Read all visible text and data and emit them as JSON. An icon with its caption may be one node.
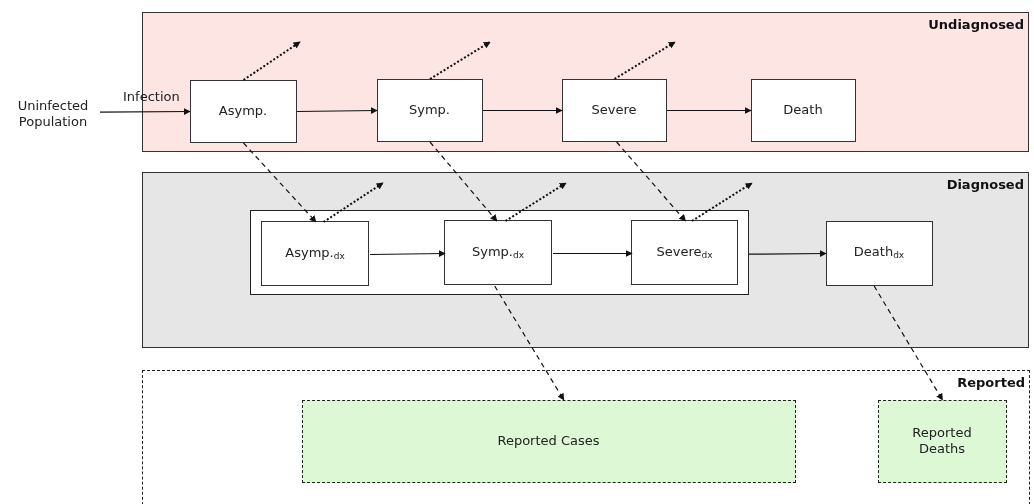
{
  "diagram": {
    "nodes": [
      {
        "text": [
          "Undiagnosed"
        ]
      },
      {
        "text": [
          "Uninfected Population"
        ]
      },
      {
        "text": [
          "Asymp."
        ],
        "in": 0
      },
      {
        "text": [
          "Symp."
        ],
        "in": 0
      },
      {
        "text": [
          "Severe"
        ],
        "in": 0
      },
      {
        "text": [
          "Death"
        ],
        "in": 0
      },
      {
        "text": [
          "Diagnosed"
        ]
      },
      {
        "text": [],
        "shape": "box",
        "in": 6
      },
      {
        "text": [
          "Asymp.$_{dx}$"
        ],
        "in": 7
      },
      {
        "text": [
          "Symp.$_{dx}$"
        ],
        "in": 7
      },
      {
        "text": [
          "Severe$_{dx}$"
        ],
        "in": 7
      },
      {
        "text": [
          "Death$_{dx}$"
        ],
        "in": 6
      },
      {
        "text": [
          "Reported"
        ]
      },
      {
        "text": [
          "Reported Cases"
        ],
        "in": 12
      },
      {
        "text": [
          "Reported Deaths"
        ],
        "in": 12
      }
    ],
    "edges": [
      {
        "from": 1,
        "to": 2,
        "arrow": "to",
        "label": "Infection"
      },
      {
        "from": 2,
        "to": 3,
        "arrow": "to"
      },
      {
        "from": 3,
        "to": 4,
        "arrow": "to"
      },
      {
        "from": 4,
        "to": 5,
        "arrow": "to"
      },
      {
        "from": 2,
        "to": null,
        "arrow": "to",
        "style": "dashed"
      },
      {
        "from": 3,
        "to": null,
        "arrow": "to",
        "style": "dashed"
      },
      {
        "from": 4,
        "to": null,
        "arrow": "to",
        "style": "dashed"
      },
      {
        "from": 2,
        "to": 8,
        "arrow": "to",
        "style": "dashed"
      },
      {
        "from": 3,
        "to": 9,
        "arrow": "to",
        "style": "dashed"
      },
      {
        "from": 4,
        "to": 10,
        "arrow": "to",
        "style": "dashed"
      },
      {
        "from": 8,
        "to": null,
        "arrow": "to",
        "style": "dashed"
      },
      {
        "from": 9,
        "to": null,
        "arrow": "to",
        "style": "dashed"
      },
      {
        "from": 10,
        "to": null,
        "arrow": "to",
        "style": "dashed"
      },
      {
        "from": 8,
        "to": 9,
        "arrow": "to"
      },
      {
        "from": 9,
        "to": 10,
        "arrow": "to"
      },
      {
        "from": 7,
        "to": 11,
        "arrow": "to"
      },
      {
        "from": 9,
        "to": 13,
        "arrow": "to",
        "style": "dashed"
      },
      {
        "from": 11,
        "to": 14,
        "arrow": "to",
        "style": "dashed"
      }
    ]
  }
}
